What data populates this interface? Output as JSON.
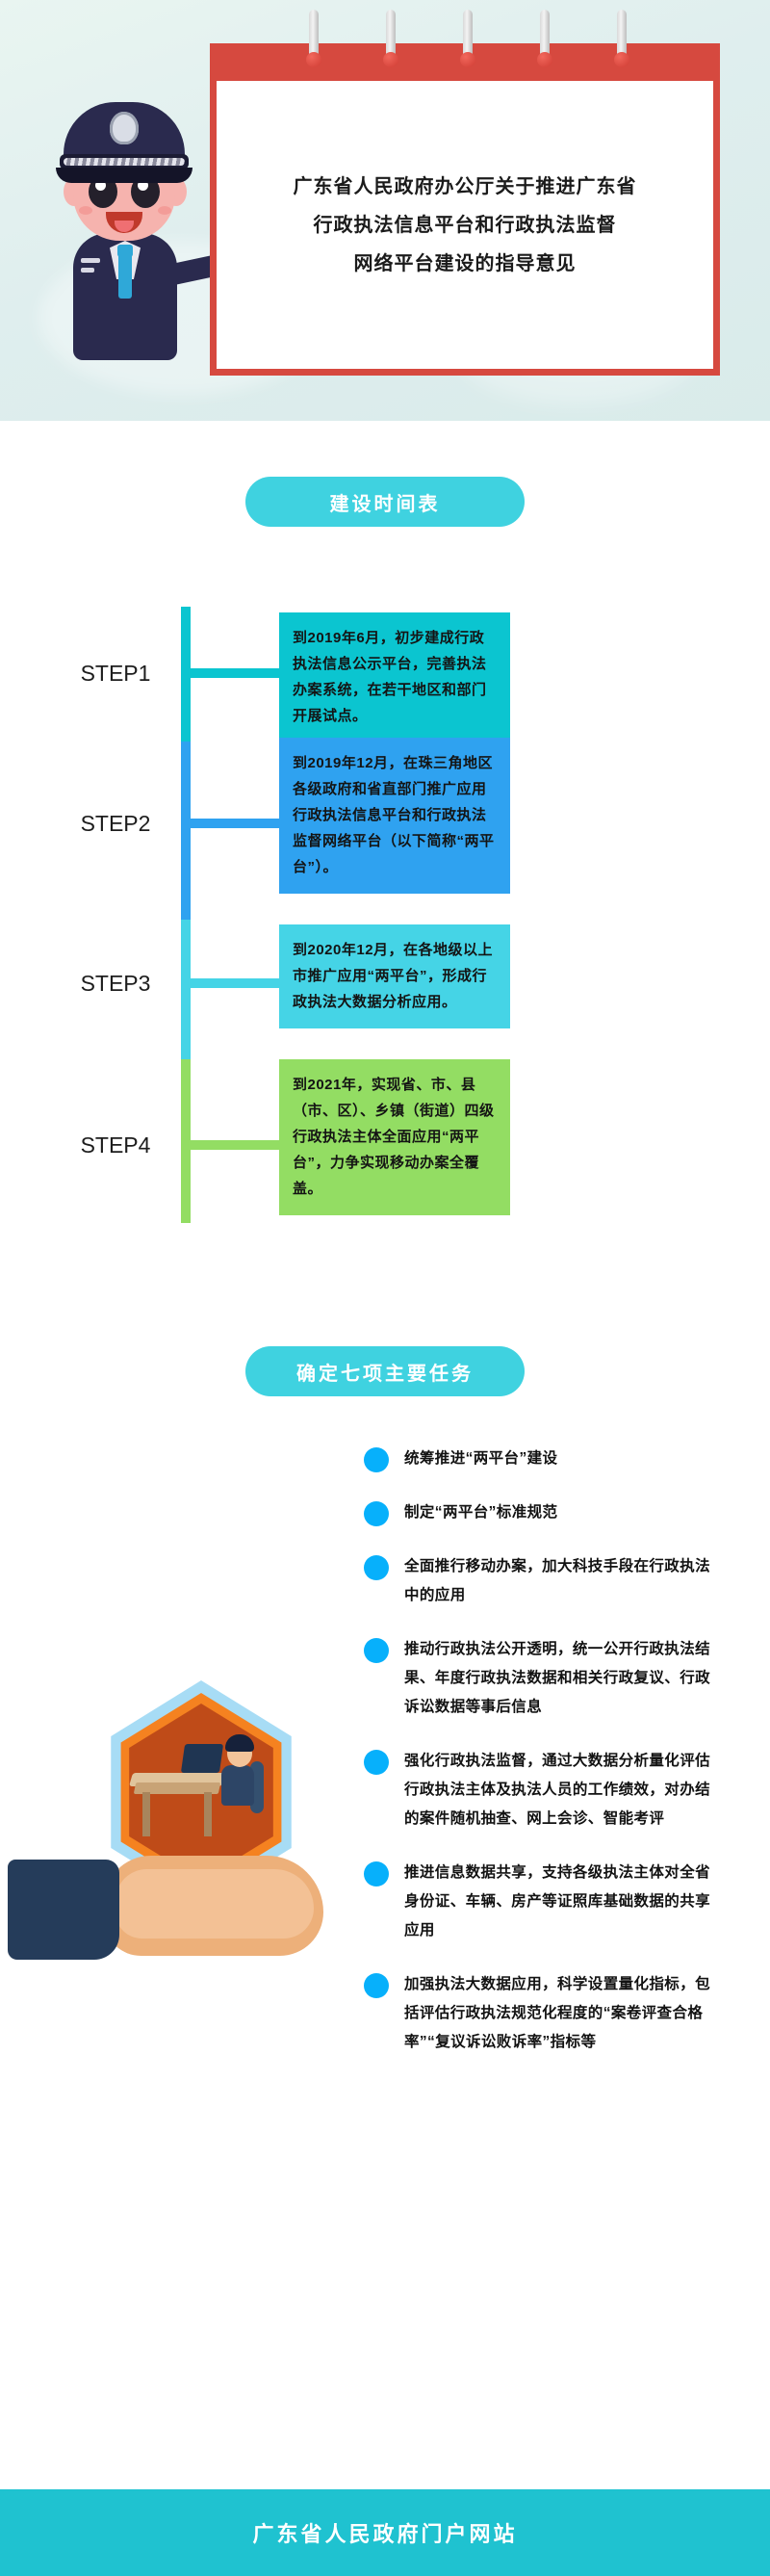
{
  "hero": {
    "title_lines": [
      "广东省人民政府办公厅关于推进广东省",
      "行政执法信息平台和行政执法监督",
      "网络平台建设的指导意见"
    ],
    "mascot_name": "policeman-mascot",
    "card_color": "#d6493f",
    "background_color": "#e2efec"
  },
  "banners": {
    "timeline": "建设时间表",
    "tasks": "确定七项主要任务",
    "color": "#3fd2e0"
  },
  "timeline": {
    "steps": [
      {
        "label": "STEP1",
        "color": "#0bc5d0",
        "text": "到2019年6月，初步建成行政执法信息公示平台，完善执法办案系统，在若干地区和部门开展试点。"
      },
      {
        "label": "STEP2",
        "color": "#2fa2f0",
        "text": "到2019年12月，在珠三角地区各级政府和省直部门推广应用行政执法信息平台和行政执法监督网络平台（以下简称“两平台”）。"
      },
      {
        "label": "STEP3",
        "color": "#45d4e6",
        "text": "到2020年12月，在各地级以上市推广应用“两平台”，形成行政执法大数据分析应用。"
      },
      {
        "label": "STEP4",
        "color": "#93dd63",
        "text": "到2021年，实现省、市、县（市、区）、乡镇（街道）四级行政执法主体全面应用“两平台”，力争实现移动办案全覆盖。"
      }
    ]
  },
  "tasks": {
    "bullet_color": "#07b0fb",
    "items": [
      "统筹推进“两平台”建设",
      "制定“两平台”标准规范",
      "全面推行移动办案，加大科技手段在行政执法中的应用",
      "推动行政执法公开透明，统一公开行政执法结果、年度行政执法数据和相关行政复议、行政诉讼数据等事后信息",
      "强化行政执法监督，通过大数据分析量化评估行政执法主体及执法人员的工作绩效，对办结的案件随机抽查、网上会诊、智能考评",
      "推进信息数据共享，支持各级执法主体对全省身份证、车辆、房产等证照库基础数据的共享应用",
      "加强执法大数据应用，科学设置量化指标，包括评估行政执法规范化程度的“案卷评查合格率”“复议诉讼败诉率”指标等"
    ]
  },
  "illustration": {
    "name": "hand-holding-office-hexagon",
    "hex_colors": [
      "#a7dcf5",
      "#f58220",
      "#bf4b18"
    ]
  },
  "footer": {
    "text": "广东省人民政府门户网站",
    "color": "#1fc2d0"
  }
}
